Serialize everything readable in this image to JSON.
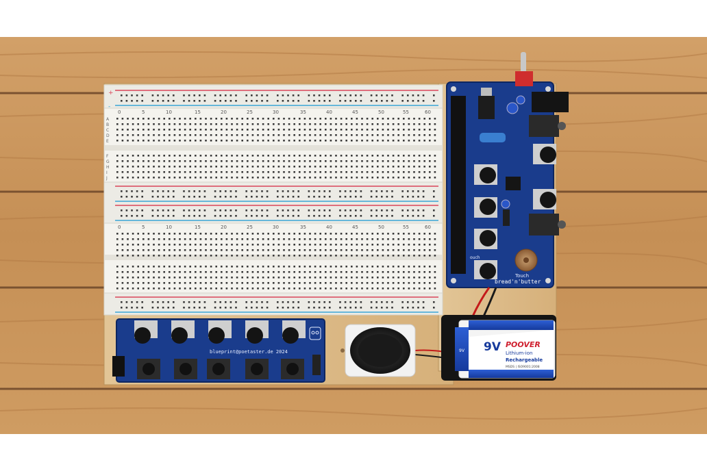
{
  "breadboard": {
    "column_labels": [
      "0",
      "5",
      "10",
      "15",
      "20",
      "25",
      "30",
      "35",
      "40",
      "45",
      "50",
      "55",
      "60"
    ],
    "row_labels_top": [
      "A",
      "B",
      "C",
      "D",
      "E"
    ],
    "row_labels_bottom": [
      "F",
      "G",
      "H",
      "I",
      "J"
    ],
    "rail_plus": "+",
    "rail_minus": "-"
  },
  "synth_board": {
    "brand": "bread'n'butter",
    "touch_label": "Touch",
    "couch_label": "ouch"
  },
  "control_board": {
    "credit": "blueprint@poetaster.de 2024"
  },
  "battery": {
    "voltage": "9V",
    "brand": "POOVER",
    "type": "Lithium-ion",
    "feature": "Rechargeable",
    "certs": "MSDS | ISO9001:2008",
    "side_label": "9V"
  },
  "colors": {
    "wood": "#c9955c",
    "pcb_blue": "#1a3c8c",
    "rail_red": "#d9455a",
    "rail_blue": "#3aa6d6"
  }
}
